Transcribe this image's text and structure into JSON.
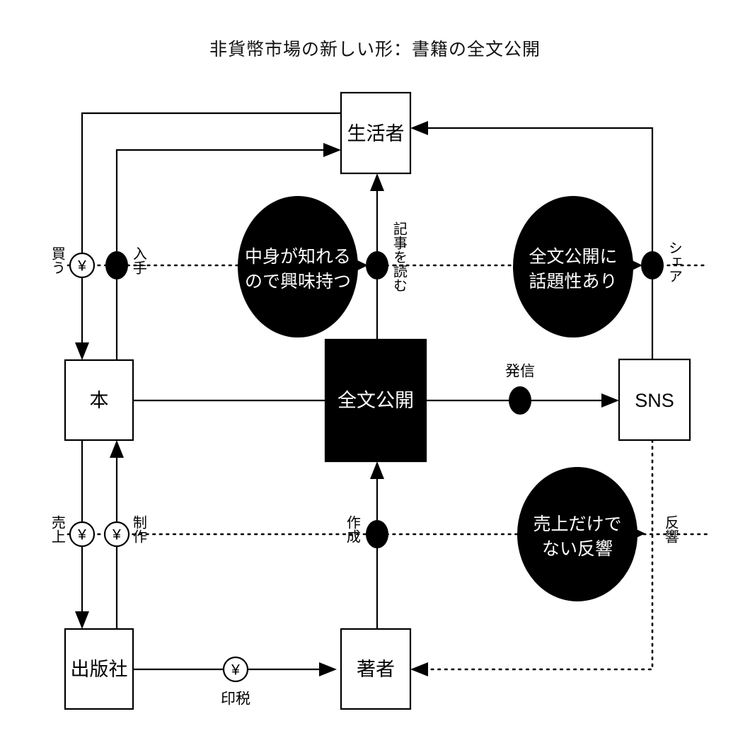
{
  "title": "非貨幣市場の新しい形：書籍の全文公開",
  "nodes": [
    {
      "id": "consumer",
      "label": "生活者",
      "style": "outline"
    },
    {
      "id": "book",
      "label": "本",
      "style": "outline"
    },
    {
      "id": "fulltext",
      "label": "全文公開",
      "style": "filled"
    },
    {
      "id": "sns",
      "label": "SNS",
      "style": "outline"
    },
    {
      "id": "publisher",
      "label": "出版社",
      "style": "outline"
    },
    {
      "id": "author",
      "label": "著者",
      "style": "outline"
    }
  ],
  "bubbles": [
    {
      "id": "bubble-interest",
      "line1": "中身が知れる",
      "line2": "ので興味持つ"
    },
    {
      "id": "bubble-buzz",
      "line1": "全文公開に",
      "line2": "話題性あり"
    },
    {
      "id": "bubble-response",
      "line1": "売上だけで",
      "line2": "ない反響"
    }
  ],
  "edge_labels": {
    "buy": "買う",
    "acquire": "入手",
    "read_article": "記事を読む",
    "share": "シェア",
    "sales": "売上",
    "production": "制作",
    "creation": "作成",
    "response": "反響",
    "broadcast": "発信",
    "royalty": "印税"
  },
  "markers": {
    "yen_glyph": "¥"
  },
  "colors": {
    "ink": "#000000",
    "paper": "#ffffff"
  }
}
